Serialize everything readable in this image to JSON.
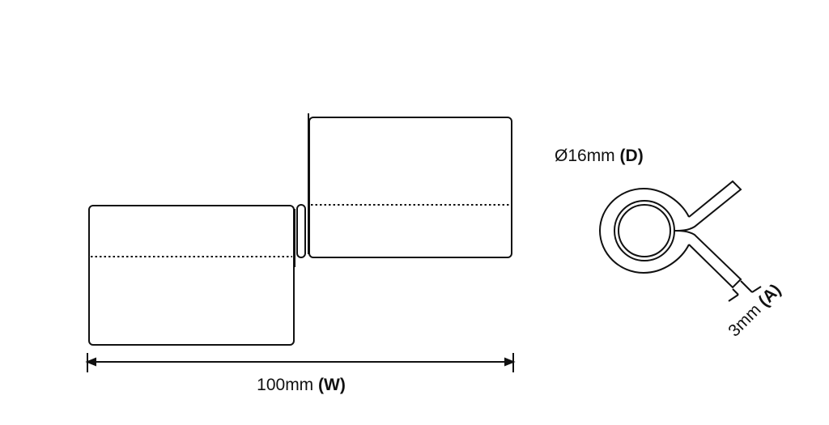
{
  "labels": {
    "width_value": "100mm",
    "width_code": "(W)",
    "diameter_value": "Ø16mm",
    "diameter_code": "(D)",
    "thickness_value": "3mm",
    "thickness_code": "(A)"
  },
  "colors": {
    "line": "#111111",
    "background": "#ffffff"
  }
}
